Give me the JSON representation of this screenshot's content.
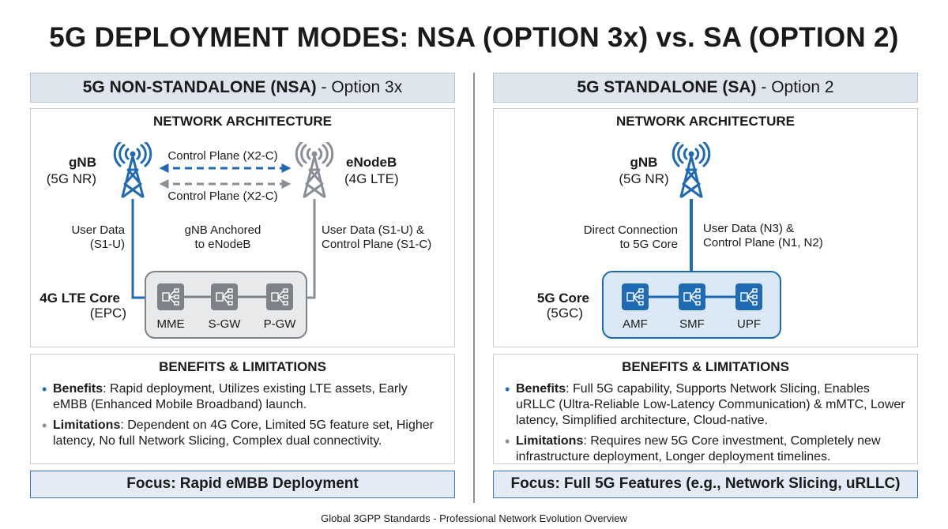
{
  "title": "5G DEPLOYMENT MODES: NSA (OPTION 3x) vs. SA (OPTION 2)",
  "nsa": {
    "header_bold": "5G NON-STANDALONE (NSA)",
    "header_rest": " - Option 3x",
    "arch_title": "NETWORK ARCHITECTURE",
    "gnb": "gNB",
    "gnb_sub": "(5G NR)",
    "enb": "eNodeB",
    "enb_sub": "(4G LTE)",
    "cp_top": "Control Plane (X2-C)",
    "cp_bottom": "Control Plane (X2-C)",
    "ud_left_1": "User Data",
    "ud_left_2": "(S1-U)",
    "anchor_1": "gNB Anchored",
    "anchor_2": "to eNodeB",
    "ud_right_1": "User Data (S1-U) &",
    "ud_right_2": "Control Plane (S1-C)",
    "core": "4G LTE Core",
    "core_sub": "(EPC)",
    "nodes": [
      "MME",
      "S-GW",
      "P-GW"
    ],
    "ben_title": "BENEFITS & LIMITATIONS",
    "benefits_label": "Benefits",
    "benefits_text": ": Rapid deployment, Utilizes existing LTE assets, Early eMBB (Enhanced Mobile Broadband) launch.",
    "limits_label": "Limitations",
    "limits_text": ": Dependent on 4G Core, Limited 5G feature set, Higher latency, No full Network Slicing, Complex dual connectivity.",
    "focus": "Focus: Rapid eMBB Deployment"
  },
  "sa": {
    "header_bold": "5G STANDALONE (SA)",
    "header_rest": " - Option 2",
    "arch_title": "NETWORK ARCHITECTURE",
    "gnb": "gNB",
    "gnb_sub": "(5G NR)",
    "direct_1": "Direct Connection",
    "direct_2": "to 5G Core",
    "ud_1": "User Data (N3) &",
    "ud_2": "Control Plane (N1, N2)",
    "core": "5G Core",
    "core_sub": "(5GC)",
    "nodes": [
      "AMF",
      "SMF",
      "UPF"
    ],
    "ben_title": "BENEFITS & LIMITATIONS",
    "benefits_label": "Benefits",
    "benefits_text": ": Full 5G capability, Supports Network Slicing, Enables uRLLC (Ultra-Reliable Low-Latency Communication) & mMTC, Lower latency, Simplified architecture, Cloud-native.",
    "limits_label": "Limitations",
    "limits_text": ": Requires new 5G Core investment, Completely new infrastructure deployment, Longer deployment timelines.",
    "focus": "Focus: Full 5G Features (e.g., Network Slicing, uRLLC)"
  },
  "footer": "Global 3GPP Standards - Professional Network Evolution Overview",
  "colors": {
    "blue": "#1f6bb3",
    "gray": "#8a8f96"
  }
}
